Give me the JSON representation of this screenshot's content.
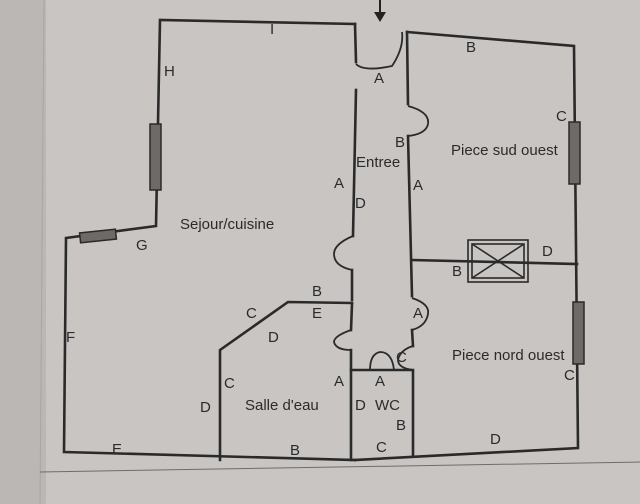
{
  "rooms": {
    "sejour": "Sejour/cuisine",
    "entree": "Entree",
    "sud_ouest": "Piece sud ouest",
    "nord_ouest": "Piece nord ouest",
    "salle_eau": "Salle d'eau",
    "wc": "WC"
  },
  "labels": {
    "sej_i": "I",
    "sej_h": "H",
    "sej_g": "G",
    "sej_f": "F",
    "sej_e": "E",
    "salle_b": "B",
    "salle_c_left": "C",
    "salle_d_left": "D",
    "salle_c_diag": "C",
    "salle_d_diag": "D",
    "salle_b_top": "B",
    "salle_e_top": "E",
    "salle_a_right": "A",
    "salle_d_right": "D",
    "wc_a_top": "A",
    "wc_c_top": "C",
    "wc_b_right": "B",
    "wc_c_bottom": "C",
    "ent_a_door": "A",
    "ent_b": "B",
    "ent_a": "A",
    "ent_d": "D",
    "ent_a2": "A",
    "so_b": "B",
    "so_c": "C",
    "so_d": "D",
    "so_b2": "B",
    "no_c": "C",
    "no_d": "D"
  }
}
